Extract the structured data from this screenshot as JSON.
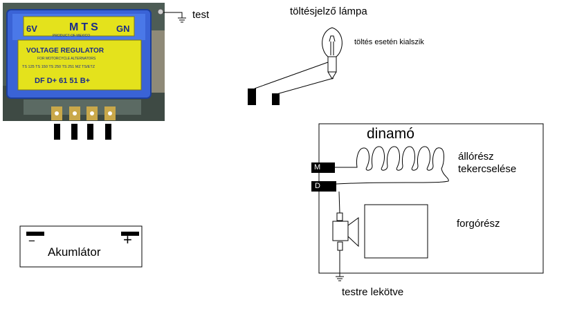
{
  "labels": {
    "test": "test",
    "lamp": "töltésjelző lámpa",
    "lamp_note": "töltés esetén kialszik",
    "dynamo": "dinamó",
    "stator_line1": "állórész",
    "stator_line2": "tekercselése",
    "rotor": "forgórész",
    "ground": "testre lekötve",
    "battery": "Akumlátor",
    "battery_minus": "−",
    "battery_plus": "+",
    "terminal_m": "M",
    "terminal_d": "D"
  },
  "regulator": {
    "voltage": "6V",
    "brand": "MTS",
    "code": "GN",
    "origin": "PRODUCT OF MEXICO",
    "title": "VOLTAGE REGULATOR",
    "subtitle": "FOR MOTORCYCLE ALTERNATORS",
    "models": "TS 125   TS 150   TS 250   TS 251   MZ TS/ETZ",
    "terminals": "DF   D+   61   51 B+"
  },
  "colors": {
    "photo_bg": "#4a5a54",
    "housing_blue": "#3a63d6",
    "label_yellow": "#e4e21c",
    "terminal_gold": "#c9a84a",
    "wire": "#000000"
  }
}
